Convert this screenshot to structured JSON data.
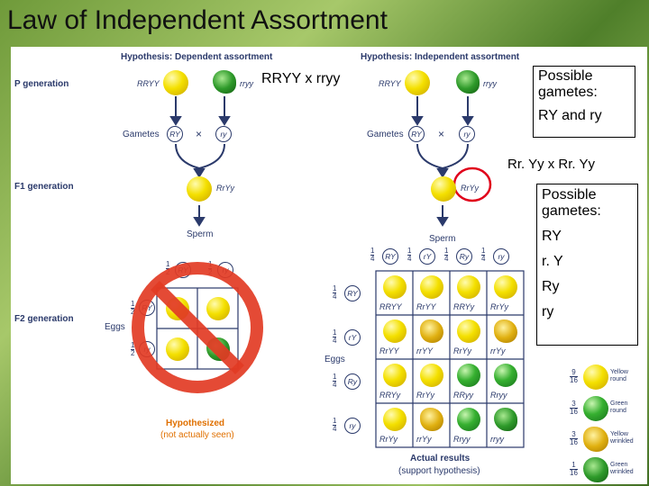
{
  "slide": {
    "title": "Law of Independent Assortment"
  },
  "left_panel": {
    "heading": "Hypothesis: Dependent assortment",
    "p_label": "P generation",
    "p_geno_a": "RRYY",
    "p_geno_b": "rryy",
    "gametes_label": "Gametes",
    "gamete_a": "RY",
    "gamete_b": "ry",
    "cross": "×",
    "f1_label": "F1 generation",
    "f1_geno": "RrYy",
    "sperm": "Sperm",
    "eggs": "Eggs",
    "f2_label": "F2 generation",
    "half_num": "1",
    "half_den": "2",
    "hyp_label": "Hypothesized",
    "hyp_sub": "(not actually seen)"
  },
  "right_panel": {
    "heading": "Hypothesis: Independent assortment",
    "p_geno_a": "RRYY",
    "p_geno_b": "rryy",
    "gametes_label": "Gametes",
    "gamete_a": "RY",
    "gamete_b": "ry",
    "cross": "×",
    "f1_geno": "RrYy",
    "sperm": "Sperm",
    "eggs": "Eggs",
    "quarter_num": "1",
    "quarter_den": "4",
    "gametes": [
      "RY",
      "rY",
      "Ry",
      "ry"
    ],
    "grid": [
      [
        "RRYY",
        "RrYY",
        "RRYy",
        "RrYy"
      ],
      [
        "RrYY",
        "rrYY",
        "RrYy",
        "rrYy"
      ],
      [
        "RRYy",
        "RrYy",
        "RRyy",
        "Rryy"
      ],
      [
        "RrYy",
        "rrYy",
        "Rryy",
        "rryy"
      ]
    ],
    "actual_label": "Actual results",
    "actual_sub": "(support hypothesis)",
    "legend": [
      {
        "num": "9",
        "den": "16",
        "text1": "Yellow",
        "text2": "round"
      },
      {
        "num": "3",
        "den": "16",
        "text1": "Green",
        "text2": "round"
      },
      {
        "num": "3",
        "den": "16",
        "text1": "Yellow",
        "text2": "wrinkled"
      },
      {
        "num": "1",
        "den": "16",
        "text1": "Green",
        "text2": "wrinkled"
      }
    ]
  },
  "callouts": {
    "cross1": "RRYY x rryy",
    "gametes1_line1": "Possible",
    "gametes1_line2": "gametes:",
    "gametes1_line3": "RY and ry",
    "cross2": "Rr. Yy x Rr. Yy",
    "gametes2_line1": "Possible",
    "gametes2_line2": "gametes:",
    "gametes2_items": [
      "RY",
      "r. Y",
      "Ry",
      "ry"
    ]
  },
  "colors": {
    "yellow_pea": "#f4e000",
    "green_pea": "#36b030",
    "prohibition_red": "#e23b24",
    "label_blue": "#2b3a6b",
    "highlight_circle": "#e0001a"
  }
}
